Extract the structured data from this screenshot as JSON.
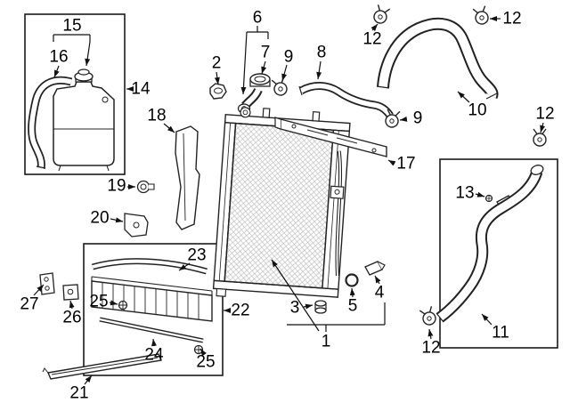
{
  "figure": {
    "background": "#ffffff",
    "ink": "#111111",
    "kind": "parts-diagram"
  },
  "callouts": [
    {
      "label": "15"
    },
    {
      "label": "16"
    },
    {
      "label": "14"
    },
    {
      "label": "2"
    },
    {
      "label": "6"
    },
    {
      "label": "7"
    },
    {
      "label": "9"
    },
    {
      "label": "8"
    },
    {
      "label": "12"
    },
    {
      "label": "12"
    },
    {
      "label": "10"
    },
    {
      "label": "9"
    },
    {
      "label": "12"
    },
    {
      "label": "17"
    },
    {
      "label": "18"
    },
    {
      "label": "19"
    },
    {
      "label": "20"
    },
    {
      "label": "13"
    },
    {
      "label": "23"
    },
    {
      "label": "25"
    },
    {
      "label": "22"
    },
    {
      "label": "24"
    },
    {
      "label": "25"
    },
    {
      "label": "27"
    },
    {
      "label": "26"
    },
    {
      "label": "21"
    },
    {
      "label": "3"
    },
    {
      "label": "5"
    },
    {
      "label": "4"
    },
    {
      "label": "1"
    },
    {
      "label": "11"
    },
    {
      "label": "12"
    }
  ]
}
